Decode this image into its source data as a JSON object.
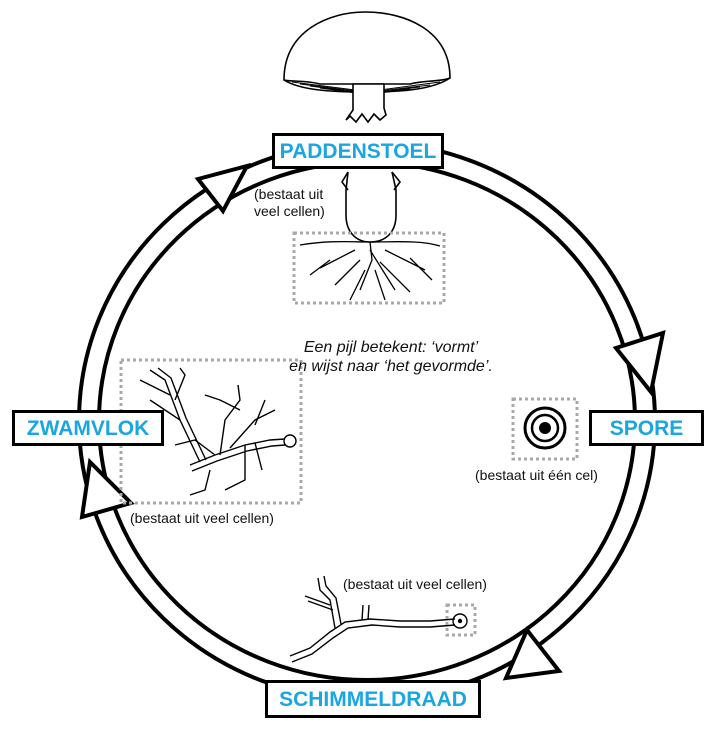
{
  "diagram": {
    "title": "Levenscyclus van een paddenstoel",
    "legend": {
      "line1": "Een pijl betekent: ‘vormt’",
      "line2": "en wijst naar ‘het gevormde’."
    },
    "stages": [
      {
        "id": "paddenstoel",
        "label": "PADDENSTOEL",
        "note_line1": "(bestaat uit",
        "note_line2": "veel cellen)"
      },
      {
        "id": "spore",
        "label": "SPORE",
        "note": "(bestaat uit één cel)"
      },
      {
        "id": "schimmeldraad",
        "label": "SCHIMMELDRAAD",
        "note": "(bestaat uit veel cellen)"
      },
      {
        "id": "zwamvlok",
        "label": "ZWAMVLOK",
        "note": "(bestaat uit veel cellen)"
      }
    ],
    "cycle_order": [
      "PADDENSTOEL",
      "SPORE",
      "SCHIMMELDRAAD",
      "ZWAMVLOK",
      "PADDENSTOEL"
    ],
    "arrow_direction": "clockwise",
    "colors": {
      "label_text": "#1aa6e0",
      "outline": "#000000",
      "dotted_box": "#a8a8a8"
    }
  }
}
